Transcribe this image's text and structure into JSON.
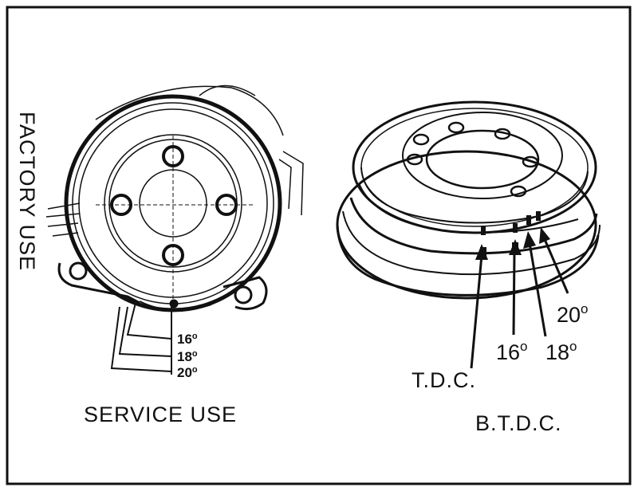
{
  "labels": {
    "factory_use": "FACTORY USE",
    "service_use": "SERVICE USE",
    "tdc": "T.D.C.",
    "btdc": "B.T.D.C."
  },
  "left_marks": [
    {
      "value": "16",
      "unit": "o"
    },
    {
      "value": "18",
      "unit": "o"
    },
    {
      "value": "20",
      "unit": "o"
    }
  ],
  "right_marks": [
    {
      "value": "16",
      "unit": "o"
    },
    {
      "value": "18",
      "unit": "o"
    },
    {
      "value": "20",
      "unit": "o"
    }
  ]
}
